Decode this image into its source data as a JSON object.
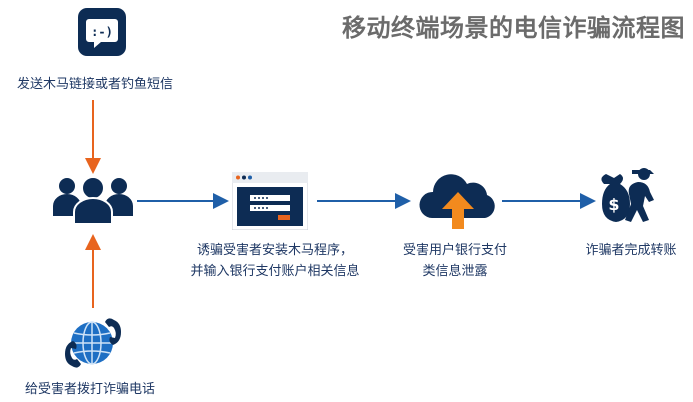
{
  "title": "移动终端场景的电信诈骗流程图",
  "nodes": {
    "sms": {
      "label": "发送木马链接或者钓鱼短信",
      "icon": "chat-bubble-icon"
    },
    "victims": {
      "icon": "user-group-icon"
    },
    "phone": {
      "label": "给受害者拨打诈骗电话",
      "icon": "globe-phone-icon"
    },
    "trojan": {
      "label_line1": "诱骗受害者安装木马程序，",
      "label_line2": "并输入银行支付账户相关信息",
      "icon": "login-window-icon"
    },
    "leak": {
      "label_line1": "受害用户银行支付",
      "label_line2": "类信息泄露",
      "icon": "cloud-upload-icon"
    },
    "thief": {
      "label": "诈骗者完成转账",
      "icon": "thief-money-bag-icon"
    }
  },
  "colors": {
    "navy": "#0d2c54",
    "blue_arrow": "#1f5fa8",
    "orange_arrow": "#e8641e",
    "orange": "#f28a1e",
    "globe": "#1e6fc4",
    "title": "#6b6b6b"
  }
}
